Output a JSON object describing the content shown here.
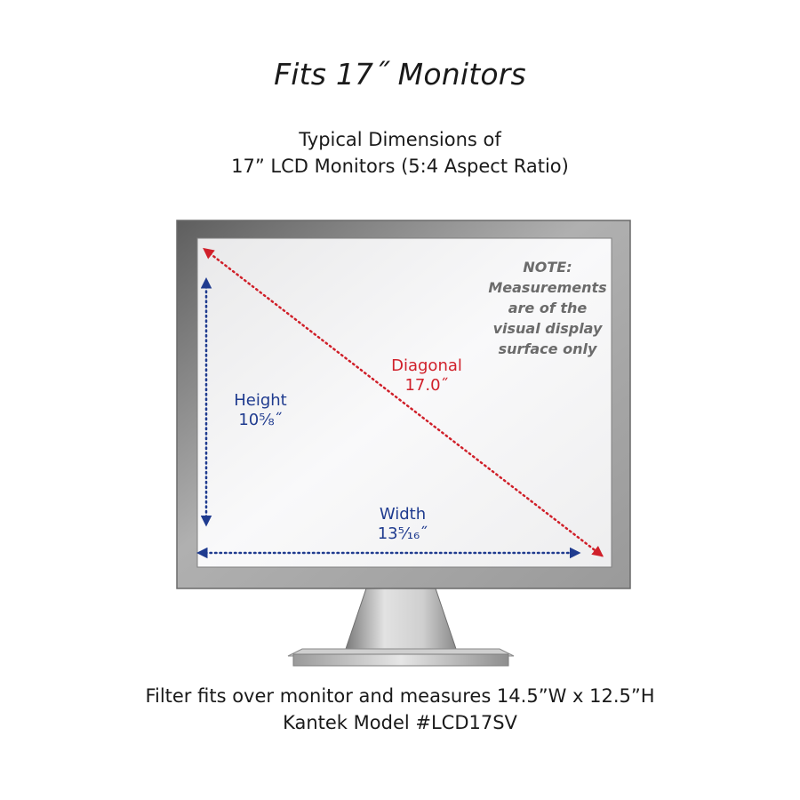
{
  "title": "Fits 17˝ Monitors",
  "subtitle": {
    "line1": "Typical Dimensions of",
    "line2": "17” LCD Monitors (5:4 Aspect Ratio)"
  },
  "note": {
    "line1": "NOTE:",
    "line2": "Measurements",
    "line3": "are of the",
    "line4": "visual display",
    "line5": "surface only"
  },
  "dimensions": {
    "diagonal": {
      "label": "Diagonal",
      "value": "17.0˝"
    },
    "height": {
      "label": "Height",
      "value": "10⅝˝"
    },
    "width": {
      "label": "Width",
      "value": "13⁵⁄₁₆˝"
    }
  },
  "footer": {
    "line1": "Filter fits over monitor and measures 14.5”W x 12.5”H",
    "line2": "Kantek Model #LCD17SV"
  },
  "colors": {
    "dimension_blue": "#1f3b8f",
    "diagonal_red": "#d0202a",
    "note_gray": "#6b6b6b"
  }
}
